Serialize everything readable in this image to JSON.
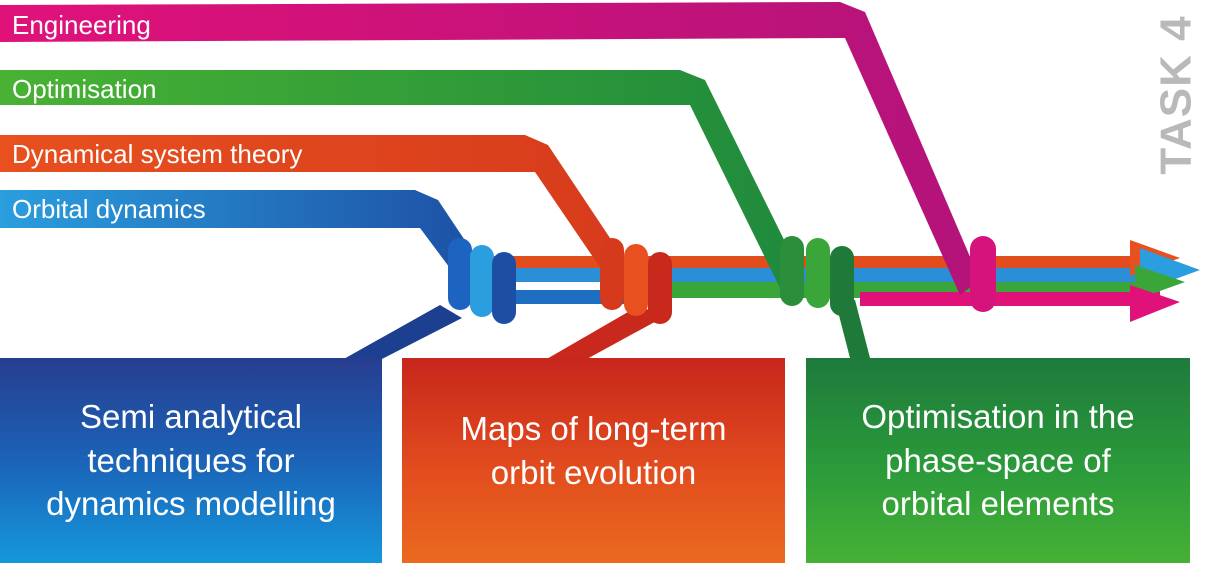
{
  "task_label": "TASK 4",
  "bands": [
    {
      "label": "Engineering",
      "color": "#e3157f"
    },
    {
      "label": "Optimisation",
      "color": "#3aa63a"
    },
    {
      "label": "Dynamical system theory",
      "color": "#e8501f"
    },
    {
      "label": "Orbital dynamics",
      "color": "#1f7fce"
    }
  ],
  "boxes": [
    {
      "text": "Semi analytical\ntechniques for\ndynamics modelling",
      "color": "#1b63b7"
    },
    {
      "text": "Maps of long-term\norbit evolution",
      "color": "#e24d1e"
    },
    {
      "text": "Optimisation in the\nphase-space of\norbital elements",
      "color": "#2b9b3a"
    }
  ]
}
